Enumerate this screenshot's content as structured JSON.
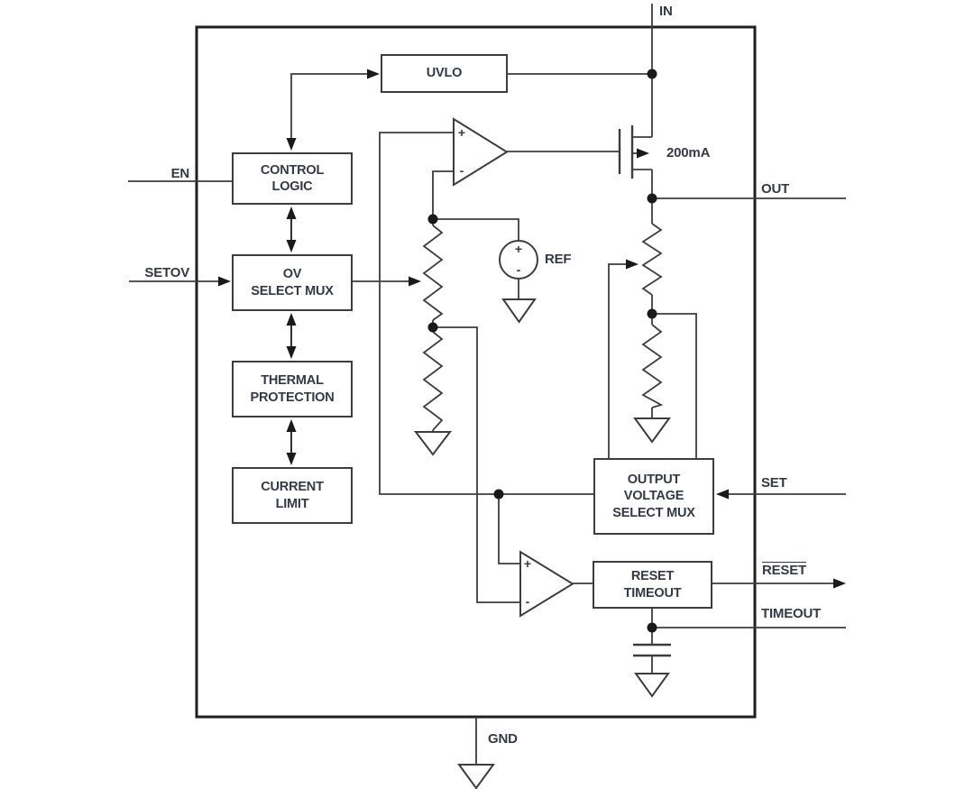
{
  "diagram": {
    "title_hint": "IC functional block diagram",
    "blocks": {
      "uvlo": "UVLO",
      "control_logic": "CONTROL\nLOGIC",
      "ov_select_mux": "OV\nSELECT MUX",
      "thermal_protection": "THERMAL\nPROTECTION",
      "current_limit": "CURRENT\nLIMIT",
      "output_voltage_select_mux": "OUTPUT\nVOLTAGE\nSELECT MUX",
      "reset_timeout": "RESET\nTIMEOUT"
    },
    "pins": {
      "in": "IN",
      "en": "EN",
      "setov": "SETOV",
      "out": "OUT",
      "set": "SET",
      "reset": "RESET",
      "timeout": "TIMEOUT",
      "gnd": "GND"
    },
    "annotations": {
      "pass_fet_current": "200mA",
      "ref": "REF",
      "plus": "+",
      "minus": "-"
    },
    "colors": {
      "background": "#ffffff",
      "line": "#3d3d3d",
      "chip_border": "#1f1f1f",
      "text": "#333a46"
    }
  }
}
